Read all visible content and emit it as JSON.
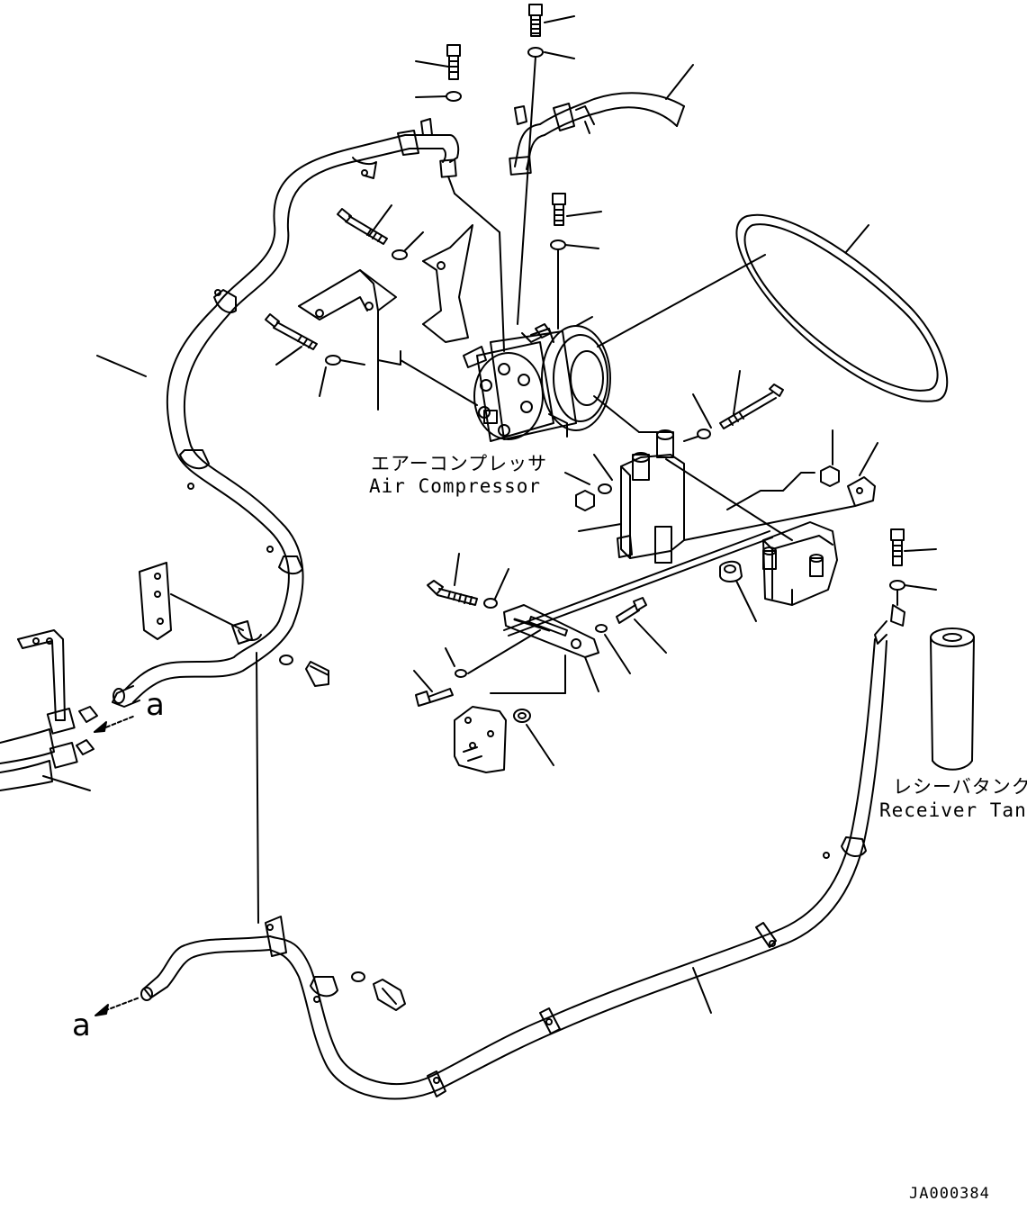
{
  "diagram": {
    "labels": {
      "air_compressor_jp": "エアーコンプレッサ",
      "air_compressor_en": "Air Compressor",
      "receiver_tank_jp": "レシーバタンク",
      "receiver_tank_en": "Receiver Tank",
      "connection_a_upper": "a",
      "connection_a_lower": "a",
      "drawing_code": "JA000384"
    },
    "components": [
      "air-compressor",
      "v-belt",
      "receiver-tank",
      "compressor-bracket",
      "tension-bracket",
      "refrigerant-hose-suction",
      "refrigerant-hose-discharge",
      "refrigerant-hose-receiver",
      "hose-clamp",
      "bolt",
      "washer",
      "nut"
    ]
  }
}
